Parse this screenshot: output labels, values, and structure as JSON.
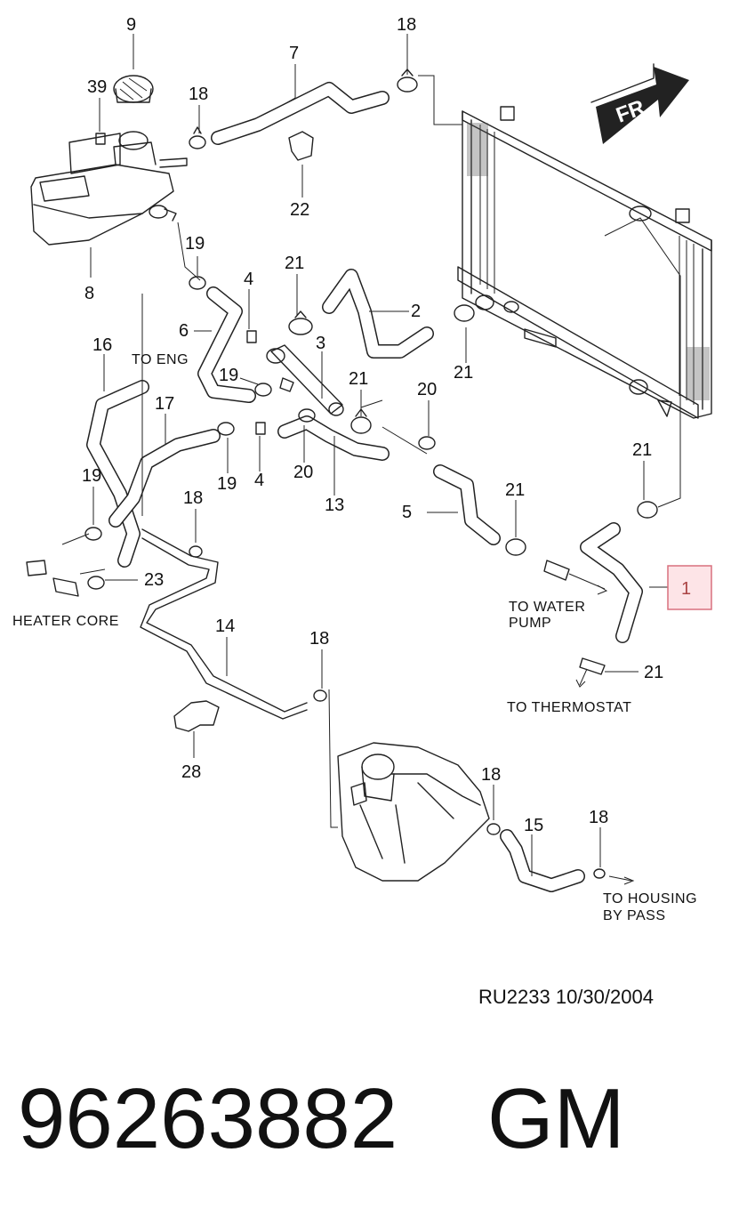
{
  "diagram": {
    "callouts": {
      "c9": "9",
      "c39": "39",
      "c18a": "18",
      "c18b": "18",
      "c7": "7",
      "c22": "22",
      "c8": "8",
      "c19a": "19",
      "c21a": "21",
      "c2": "2",
      "c4a": "4",
      "c6": "6",
      "c3": "3",
      "c16": "16",
      "c19b": "19",
      "c21b": "21",
      "c20a": "20",
      "c21c": "21",
      "c17": "17",
      "c19c": "19",
      "c4b": "4",
      "c20b": "20",
      "c13": "13",
      "c21d": "21",
      "c19d": "19",
      "c18c": "18",
      "c5": "5",
      "c21e": "21",
      "c1": "1",
      "c23": "23",
      "c14": "14",
      "c18d": "18",
      "c21f": "21",
      "c28": "28",
      "c18e": "18",
      "c15": "15",
      "c18f": "18"
    },
    "notes": {
      "to_eng": "TO  ENG",
      "heater_core": "HEATER  CORE",
      "to_water_pump_1": "TO WATER",
      "to_water_pump_2": "PUMP",
      "to_thermostat": "TO THERMOSTAT",
      "to_housing_1": "TO HOUSING",
      "to_housing_2": "BY PASS",
      "fr_arrow": "FR"
    },
    "reference": "RU2233  10/30/2004",
    "highlight_color": "#e8a0a8",
    "highlighted_callout": "1"
  },
  "footer": {
    "part_number": "96263882",
    "brand": "GM"
  }
}
